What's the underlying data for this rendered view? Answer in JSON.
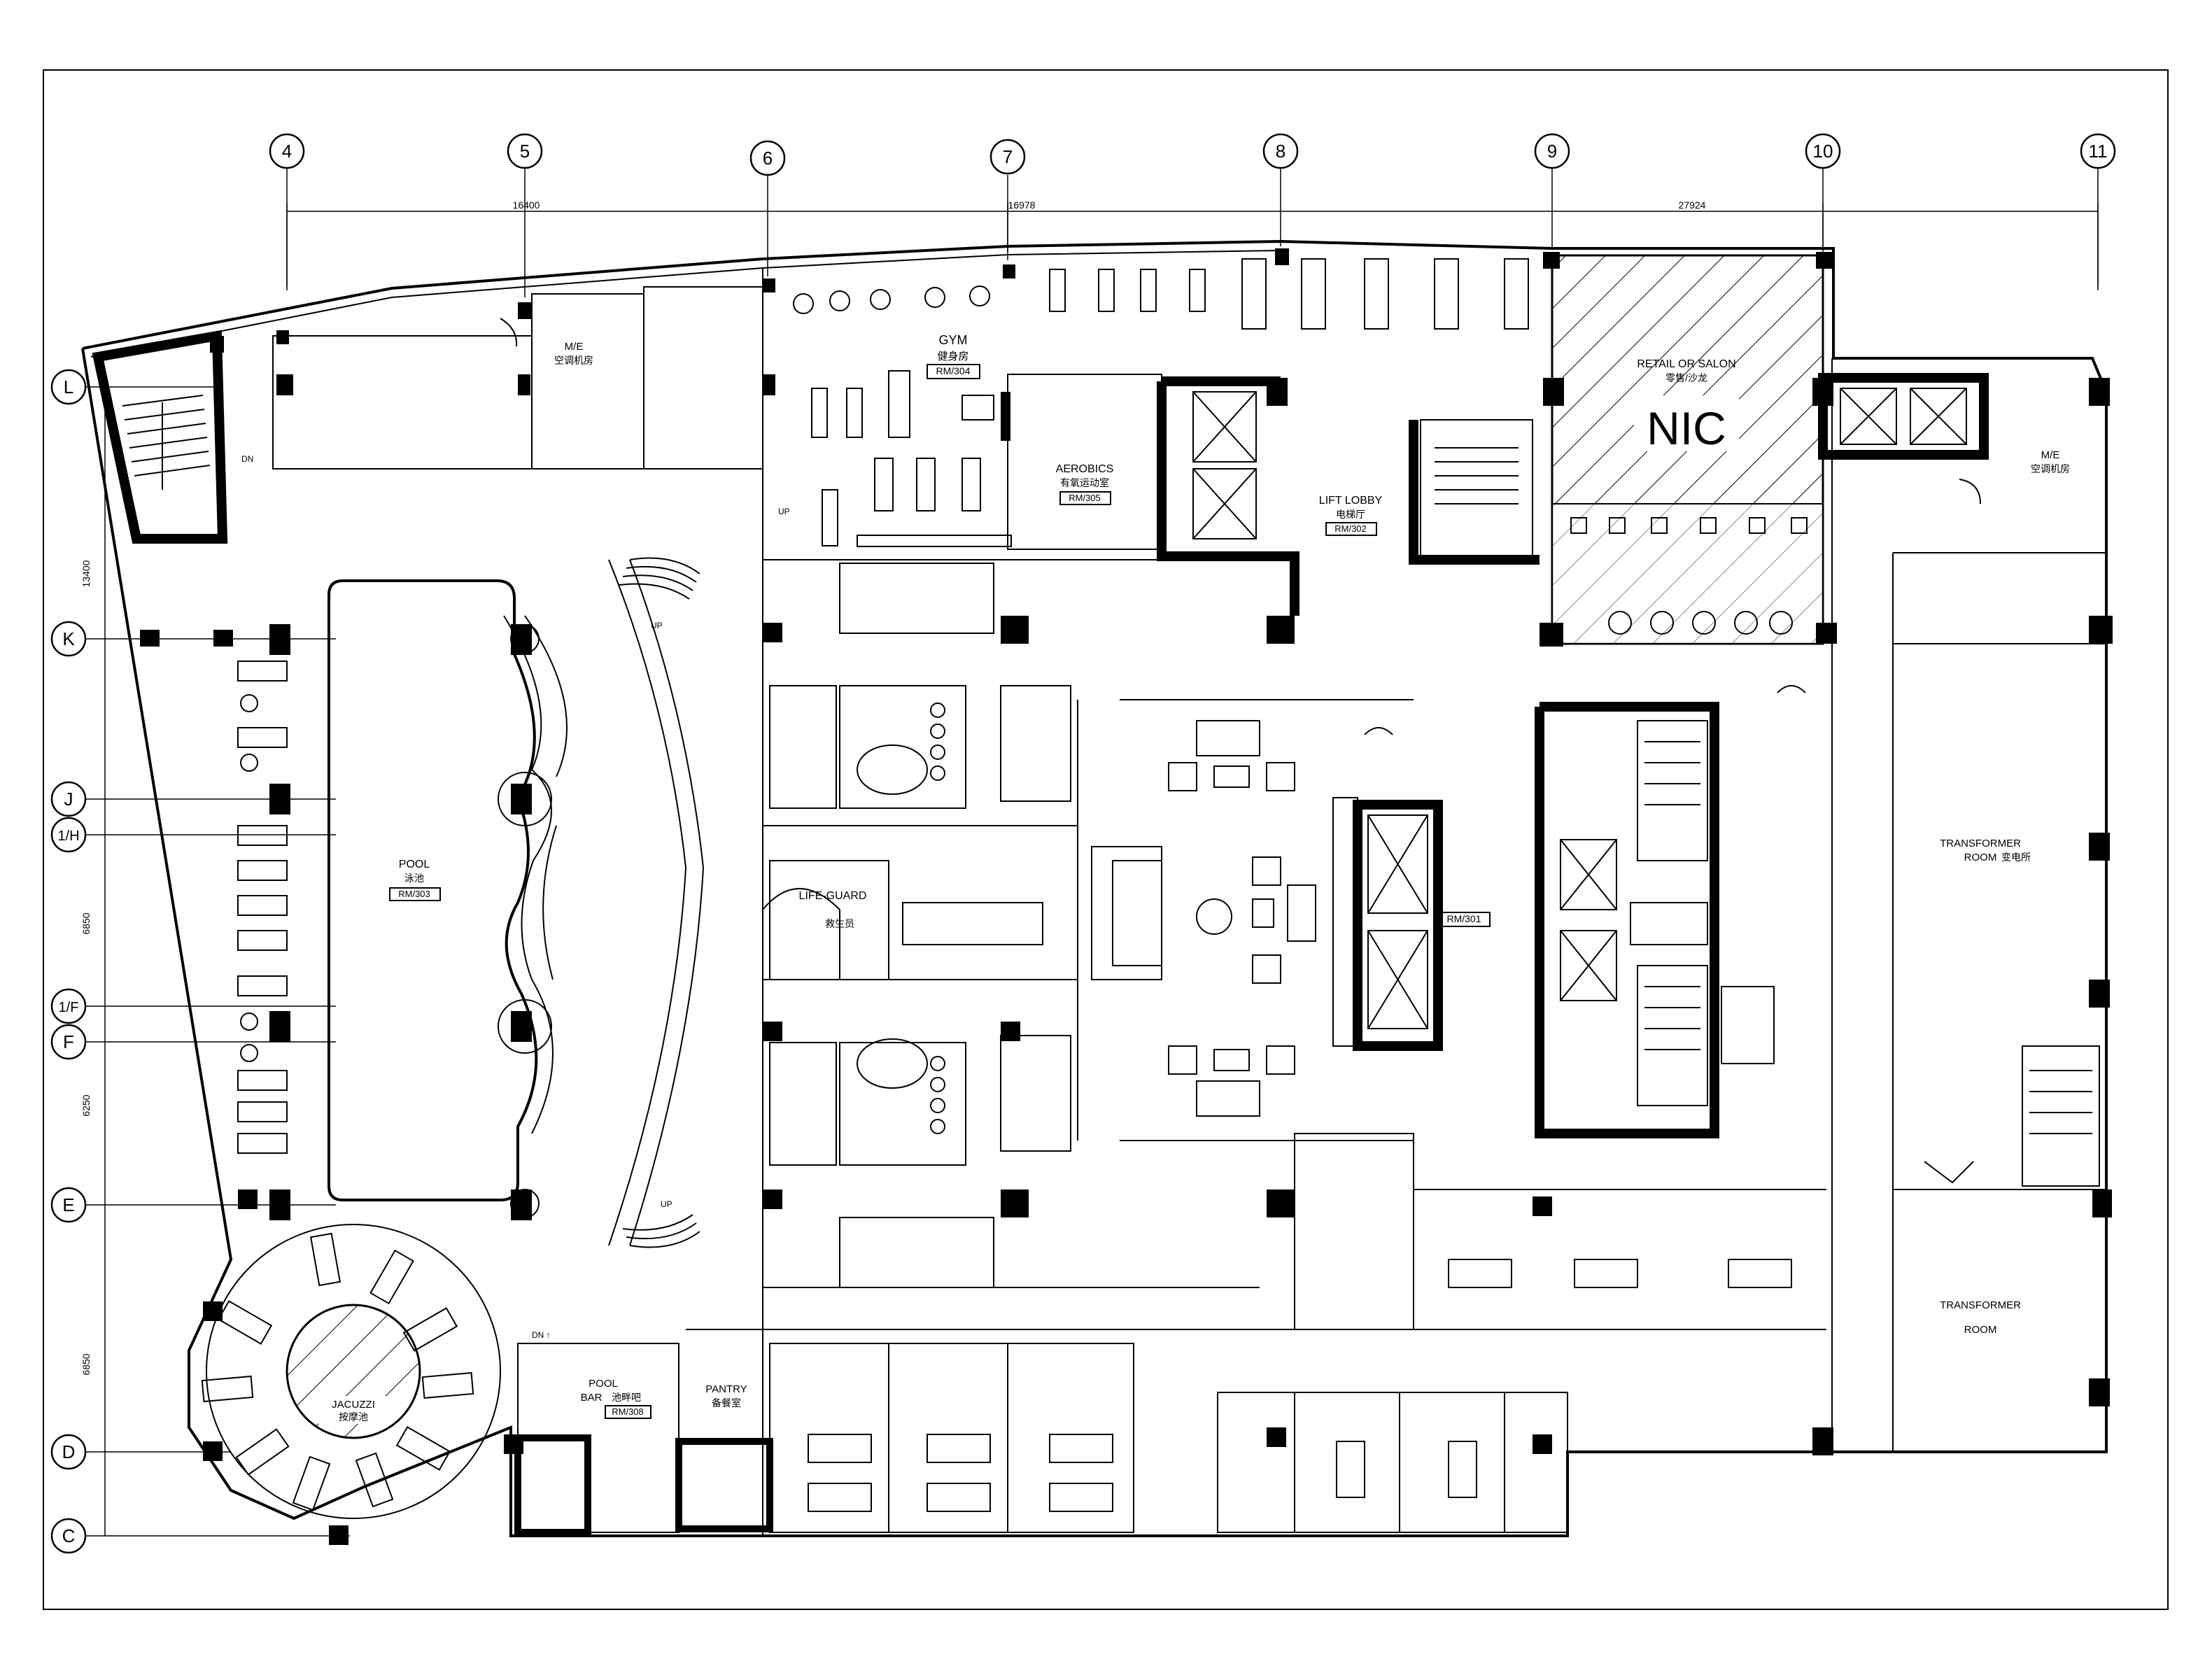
{
  "grid": {
    "columns": [
      "4",
      "5",
      "6",
      "7",
      "8",
      "9",
      "10",
      "11"
    ],
    "rows": [
      "L",
      "K",
      "J",
      "1/H",
      "1/F",
      "F",
      "E",
      "D",
      "C"
    ]
  },
  "dimensions": {
    "top": [
      "16400",
      "16978",
      "27924"
    ],
    "left": [
      "13400",
      "6850",
      "6250",
      "6850"
    ]
  },
  "rooms": {
    "gym": {
      "name": "GYM",
      "cn": "健身房",
      "code": "RM/304"
    },
    "aerobics": {
      "name": "AEROBICS",
      "cn": "有氧运动室",
      "code": "RM/305"
    },
    "lift_lobby": {
      "name": "LIFT LOBBY",
      "cn": "电梯厅",
      "code": "RM/302"
    },
    "retail": {
      "name": "RETAIL OR SALON",
      "cn": "零售/沙龙",
      "mark": "NIC"
    },
    "me_left": {
      "name": "M/E",
      "cn": "空调机房"
    },
    "me_right": {
      "name": "M/E",
      "cn": "空调机房"
    },
    "pool": {
      "name": "POOL",
      "cn": "泳池",
      "code": "RM/303"
    },
    "lifeguard": {
      "name": "LIFE-GUARD",
      "cn": "救生员"
    },
    "main": {
      "code": "RM/301"
    },
    "transformer1": {
      "name": "TRANSFORMER",
      "name2": "ROOM",
      "cn": "变电所"
    },
    "transformer2": {
      "name": "TRANSFORMER",
      "name2": "ROOM"
    },
    "jacuzzi": {
      "name": "JACUZZI",
      "cn": "按摩池"
    },
    "pool_bar": {
      "name": "POOL",
      "name2": "BAR",
      "cn": "池畔吧",
      "code": "RM/308"
    },
    "pantry": {
      "name": "PANTRY",
      "cn": "备餐室"
    }
  },
  "marks": {
    "up": "UP",
    "up_arrow": "UP ↑",
    "dn": "DN",
    "dn_arrow": "DN ↑"
  },
  "colors": {
    "line": "#000000",
    "background": "#ffffff"
  }
}
